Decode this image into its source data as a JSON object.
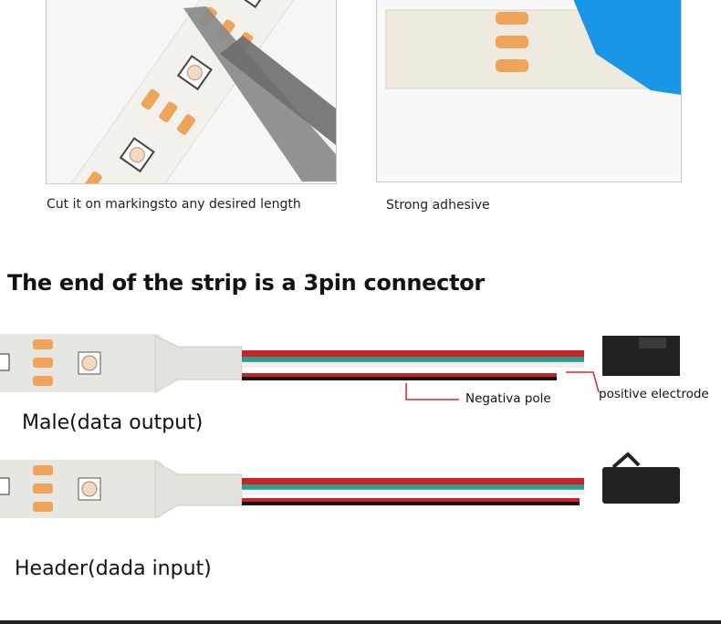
{
  "panels": {
    "cut": {
      "caption": "Cut it on markingsto any desired length"
    },
    "adhesive": {
      "caption": "Strong adhesive"
    }
  },
  "section": {
    "title": "The end of the strip is a 3pin connector"
  },
  "male": {
    "label": "Male(data output)",
    "callout_negative": "Negativa pole",
    "callout_positive": "positive electrode"
  },
  "header": {
    "label": "Header(dada input)"
  },
  "colors": {
    "pad_orange": "#f0a45a",
    "wire_red": "#c8232a",
    "wire_green": "#2a9f8c",
    "wire_white": "#f2f2f2",
    "wire_black": "#151515",
    "callout_red": "#d6252b",
    "adhesive_blue": "#1996e6"
  },
  "icons": [
    "scissors-icon",
    "led-chip-icon",
    "connector-plug-icon"
  ]
}
